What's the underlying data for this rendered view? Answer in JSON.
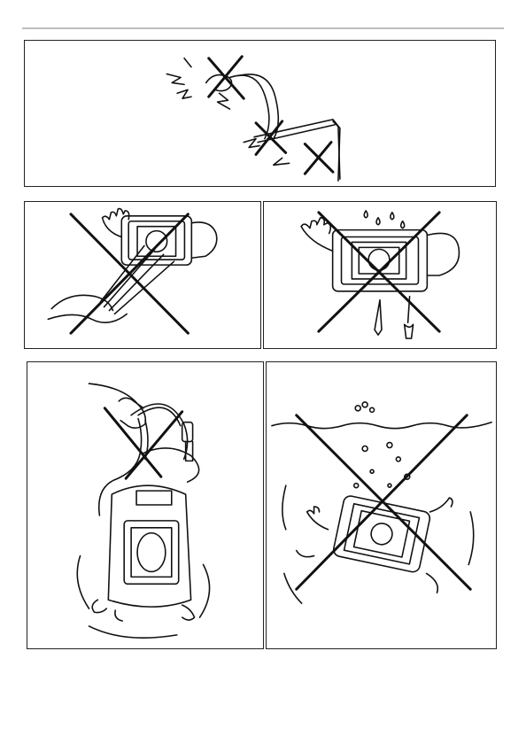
{
  "document": {
    "type": "safety-warning-illustrations",
    "panels": [
      {
        "id": "p1",
        "icon": "cord-damage-sparks-prohibited-icon"
      },
      {
        "id": "p2",
        "icon": "no-water-spray-icon"
      },
      {
        "id": "p3",
        "icon": "no-disassembly-icon"
      },
      {
        "id": "p4",
        "icon": "do-not-carry-by-cord-icon"
      },
      {
        "id": "p5",
        "icon": "do-not-immerse-icon"
      }
    ]
  }
}
